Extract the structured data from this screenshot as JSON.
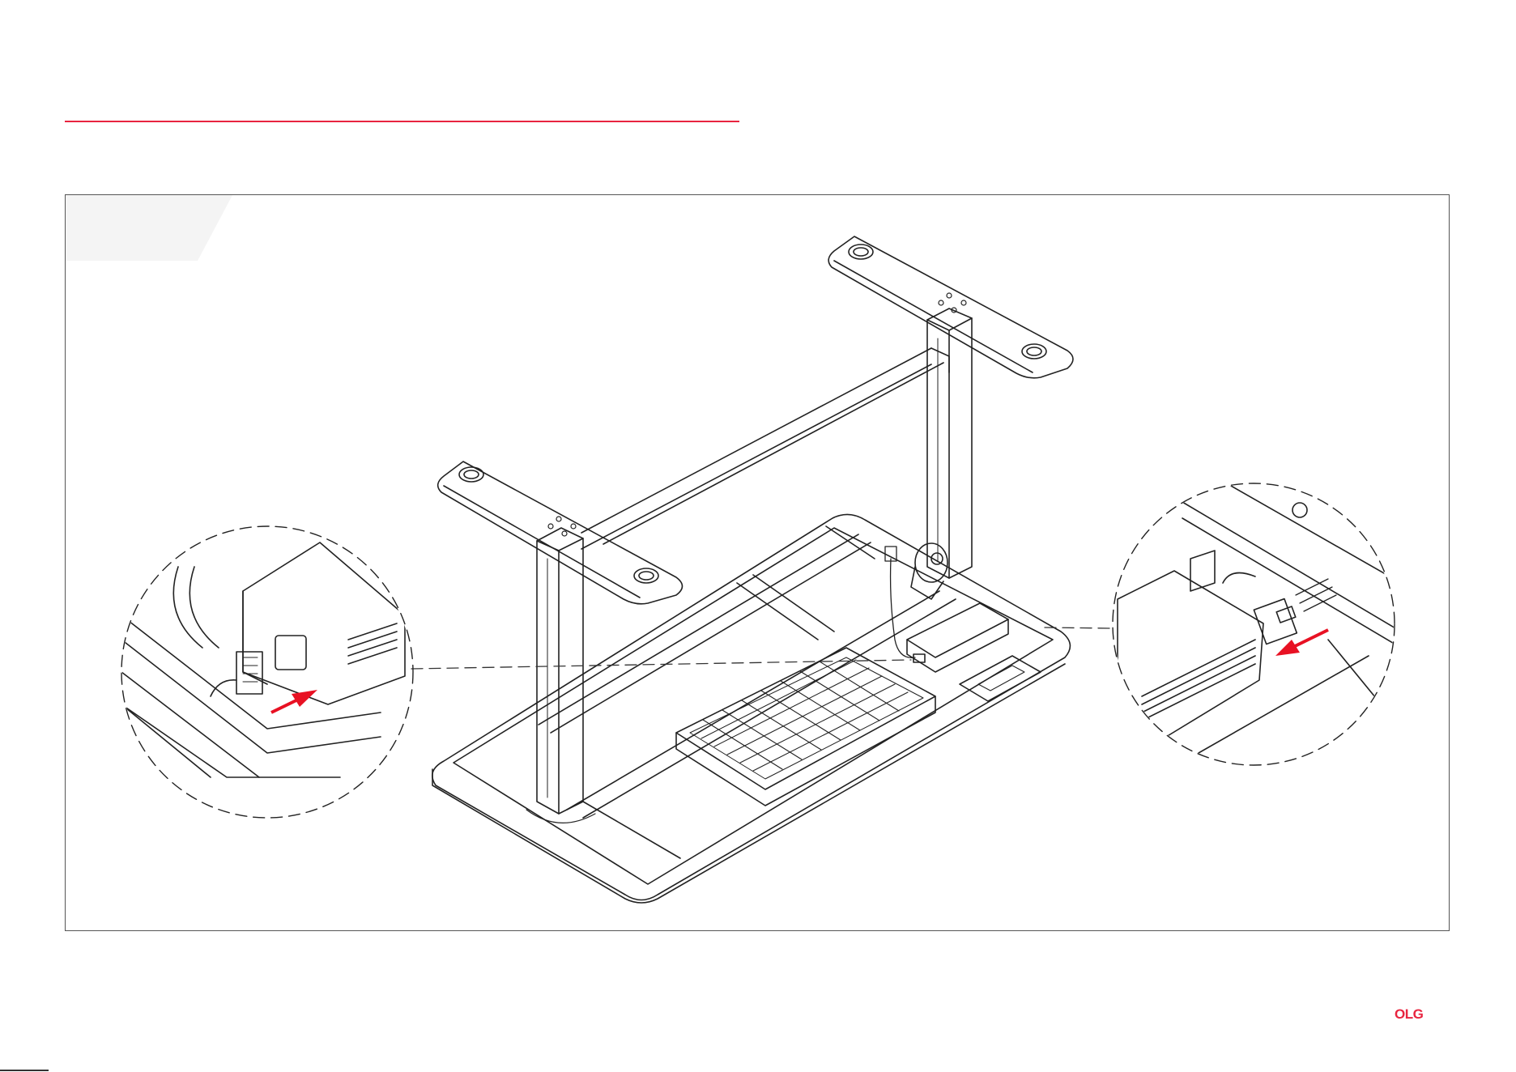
{
  "colors": {
    "accent": "#e8243f",
    "arrow": "#e81123",
    "line": "#222222",
    "tab": "#f4f4f4"
  },
  "logo": {
    "text": "OLG"
  },
  "diagram": {
    "subject": "standing-desk-frame-underside",
    "callouts": [
      {
        "name": "power-cable-to-control-box",
        "arrow": "red-arrow-right"
      },
      {
        "name": "power-plug-connection",
        "arrow": "red-arrow-left"
      }
    ]
  }
}
